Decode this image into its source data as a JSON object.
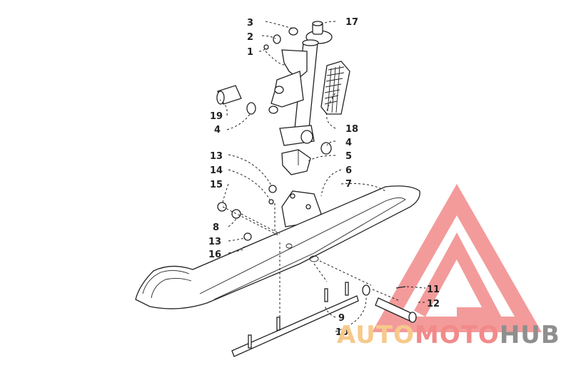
{
  "callouts": [
    "1",
    "2",
    "3",
    "4",
    "5",
    "6",
    "7",
    "8",
    "9",
    "10",
    "11",
    "12",
    "13",
    "14",
    "15",
    "16",
    "17",
    "18",
    "19"
  ],
  "labels": {
    "l3": "3",
    "l2": "2",
    "l1": "1",
    "l17": "17",
    "l19": "19",
    "l4a": "4",
    "l18": "18",
    "l4b": "4",
    "l13a": "13",
    "l5": "5",
    "l14": "14",
    "l6": "6",
    "l15": "15",
    "l7": "7",
    "l8": "8",
    "l13b": "13",
    "l16": "16",
    "l11": "11",
    "l12": "12",
    "l9": "9",
    "l10": "10"
  },
  "watermark": {
    "word_auto": "AUTO",
    "word_moto": "MOTO",
    "word_hub": "HUB",
    "colors": {
      "auto": "#f7c98b",
      "moto": "#f28a8a",
      "hub": "#8f8f8f",
      "triangle": "#f28a8a"
    }
  }
}
